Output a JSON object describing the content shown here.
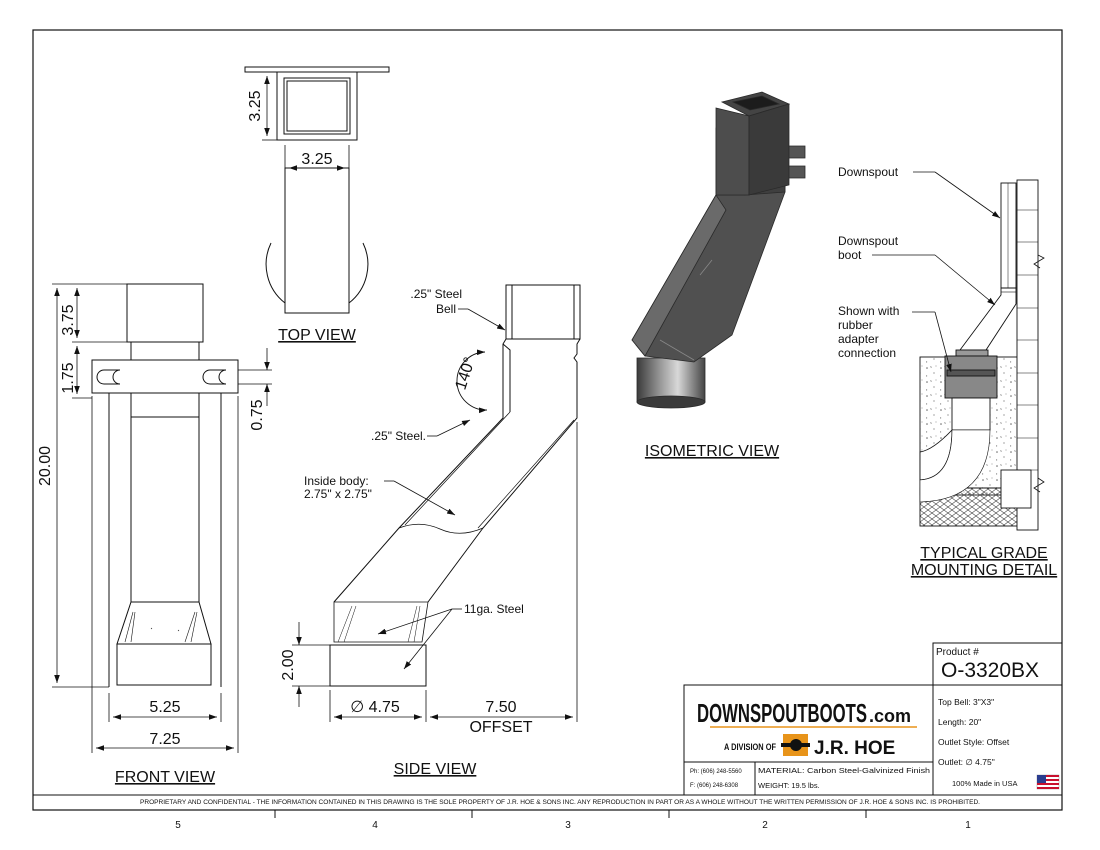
{
  "views": {
    "top": "TOP VIEW",
    "front": "FRONT VIEW",
    "side": "SIDE VIEW",
    "iso": "ISOMETRIC VIEW",
    "grade1": "TYPICAL GRADE",
    "grade2": "MOUNTING DETAIL"
  },
  "dims": {
    "top_h": "3.25",
    "top_w": "3.25",
    "front_upper": "3.75",
    "front_mid": "1.75",
    "front_total": "20.00",
    "front_tab": "0.75",
    "front_w1": "5.25",
    "front_w2": "7.25",
    "side_h": "2.00",
    "side_dia": "∅ 4.75",
    "side_offset": "7.50",
    "side_offset_label": "OFFSET",
    "side_angle": "140°"
  },
  "callouts": {
    "bell1": ".25\" Steel",
    "bell2": "Bell",
    "steel": ".25\" Steel.",
    "inside1": "Inside body:",
    "inside2": "2.75\" x 2.75\"",
    "ga": "11ga. Steel",
    "downspout": "Downspout",
    "boot1": "Downspout",
    "boot2": "boot",
    "shown1": "Shown with",
    "shown2": "rubber",
    "shown3": "adapter",
    "shown4": "connection"
  },
  "title_block": {
    "brand": "DOWNSPOUTBOOTS",
    "brand_suffix": ".com",
    "division": "A DIVISION OF",
    "company": "J.R. HOE",
    "phone": "Ph: (606) 248-5560",
    "fax": "F: (606) 248-6308",
    "material": "MATERIAL: Carbon Steel-Galvinized Finish",
    "weight": "WEIGHT: 19.5 lbs.",
    "product_label": "Product #",
    "product": "O-3320BX",
    "top_bell": "Top Bell: 3\"X3\"",
    "length": "Length: 20\"",
    "outlet_style": "Outlet Style: Offset",
    "outlet": "Outlet: ∅ 4.75\"",
    "made": "100% Made in USA"
  },
  "disclaimer": "PROPRIETARY AND CONFIDENTIAL - THE INFORMATION CONTAINED IN THIS DRAWING IS THE SOLE PROPERTY OF J.R. HOE & SONS INC. ANY REPRODUCTION IN PART OR AS A WHOLE WITHOUT THE WRITTEN PERMISSION OF J.R. HOE & SONS INC. IS PROHIBITED.",
  "zones": [
    "5",
    "4",
    "3",
    "2",
    "1"
  ],
  "colors": {
    "accent": "#e8941a",
    "flag_red": "#c8102e",
    "flag_blue": "#2a3d8f"
  }
}
